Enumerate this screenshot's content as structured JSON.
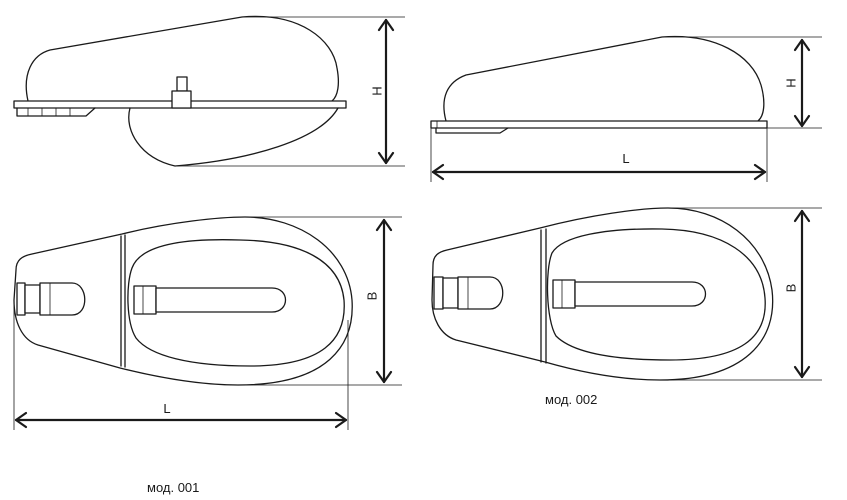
{
  "labels": {
    "height": "H",
    "length": "L",
    "width": "B"
  },
  "models": {
    "mod001": "мод. 001",
    "mod002": "мод. 002"
  }
}
